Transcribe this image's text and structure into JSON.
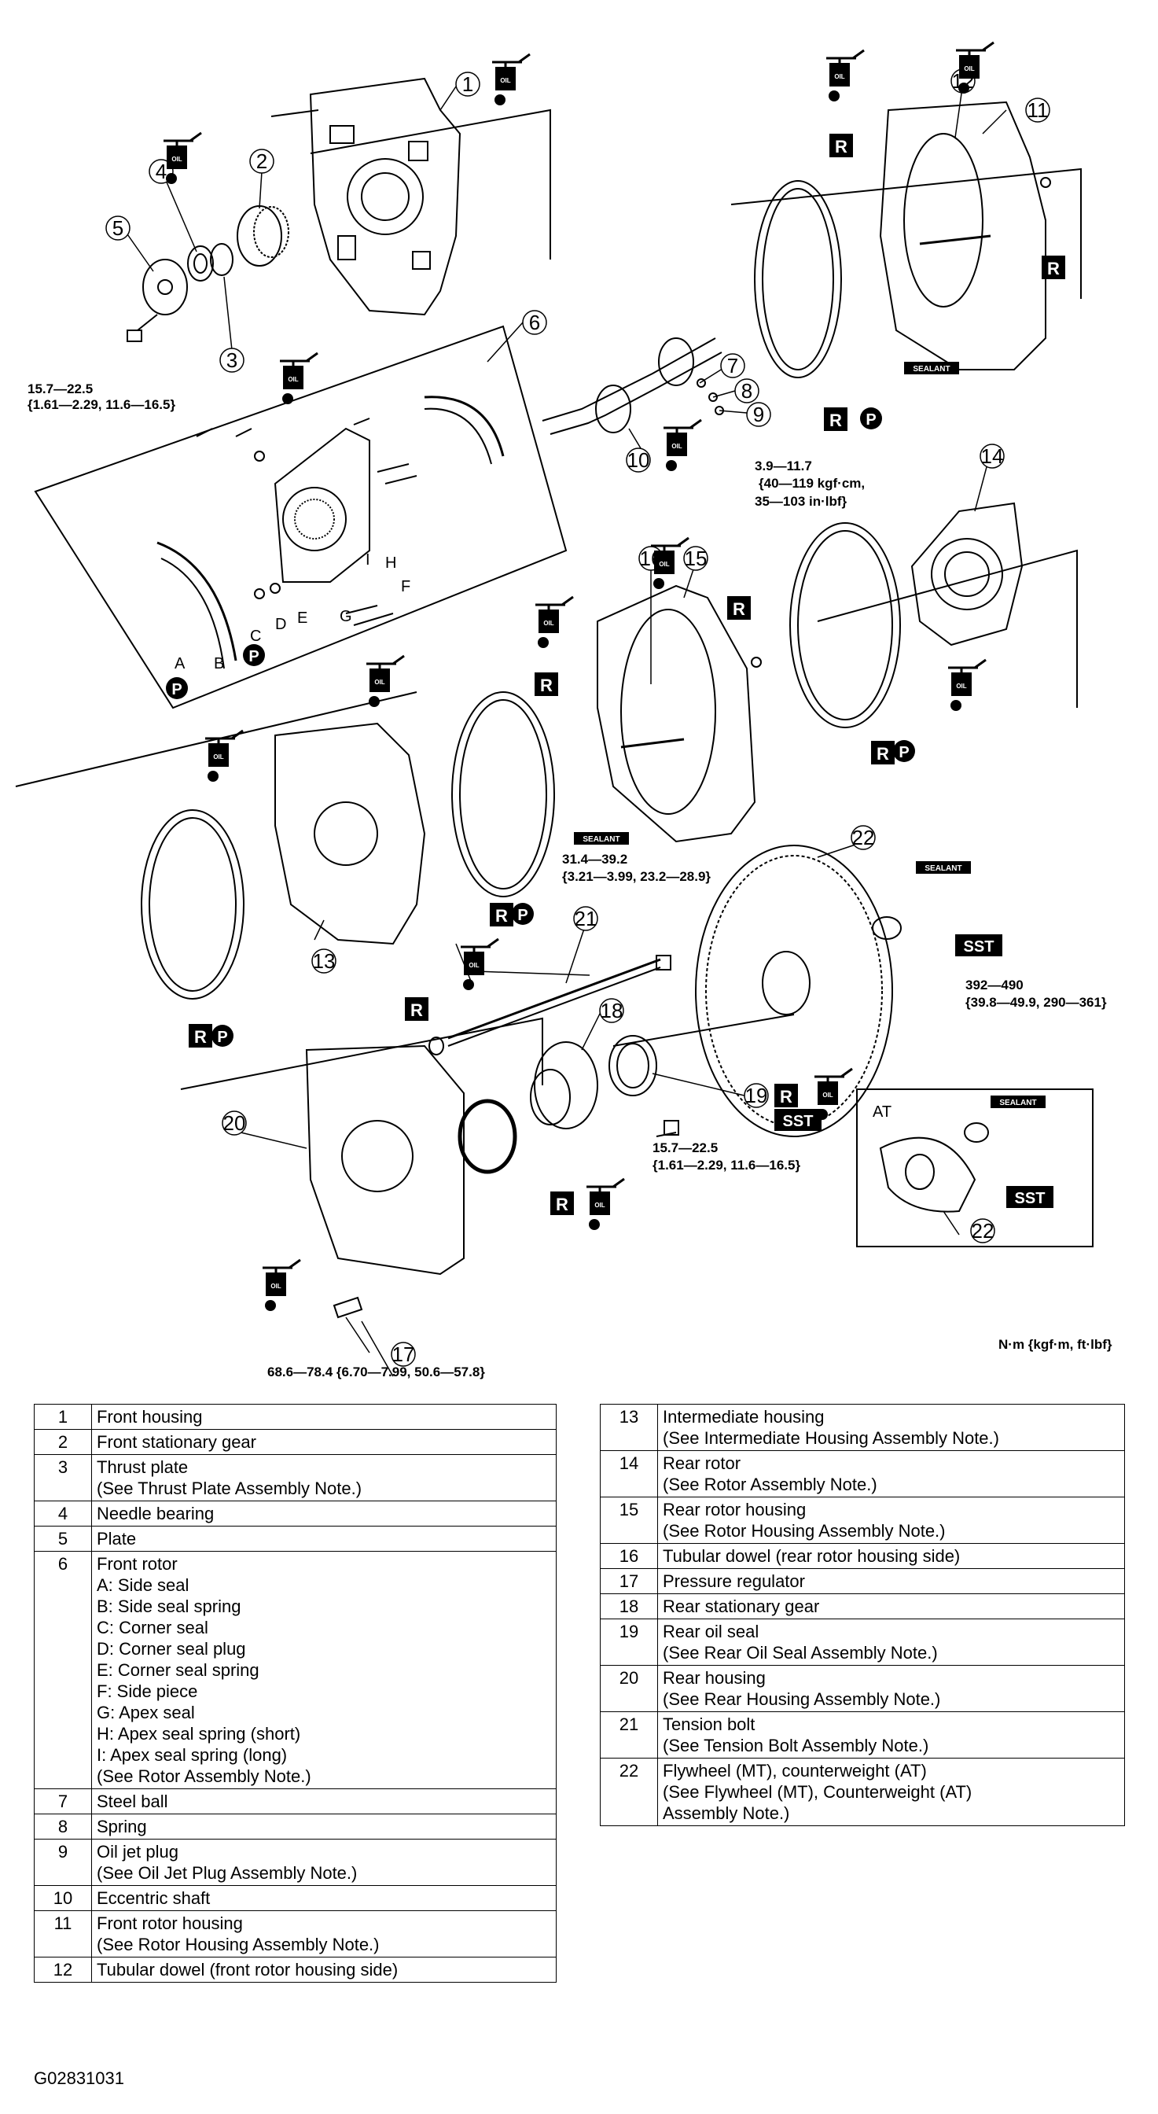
{
  "figure_id": "G02831031",
  "units_note": "N·m {kgf·m, ft·lbf}",
  "callouts": [
    "1",
    "2",
    "3",
    "4",
    "5",
    "6",
    "7",
    "8",
    "9",
    "10",
    "11",
    "12",
    "13",
    "14",
    "15",
    "16",
    "17",
    "18",
    "19",
    "20",
    "21",
    "22",
    "22"
  ],
  "rotor_letters": [
    "A",
    "B",
    "C",
    "D",
    "E",
    "F",
    "G",
    "H",
    "I"
  ],
  "badges": {
    "oil": "OIL",
    "r": "R",
    "p": "P",
    "sst": "SST",
    "sealant": "SEALANT",
    "at": "AT"
  },
  "torques": {
    "t1a": "15.7—22.5",
    "t1b": "{1.61—2.29, 11.6—16.5}",
    "t2a": "3.9—11.7",
    "t2b": "{40—119 kgf·cm,",
    "t2c": "35—103 in·lbf}",
    "t3a": "31.4—39.2",
    "t3b": "{3.21—3.99, 23.2—28.9}",
    "t4a": "392—490",
    "t4b": "{39.8—49.9, 290—361}",
    "t5a": "15.7—22.5",
    "t5b": "{1.61—2.29, 11.6—16.5}",
    "t6": "68.6—78.4 {6.70—7.99, 50.6—57.8}"
  },
  "parts_left": [
    {
      "no": "1",
      "desc": "Front housing"
    },
    {
      "no": "2",
      "desc": "Front stationary gear"
    },
    {
      "no": "3",
      "desc": "Thrust plate\n(See Thrust Plate Assembly Note.)"
    },
    {
      "no": "4",
      "desc": "Needle bearing"
    },
    {
      "no": "5",
      "desc": "Plate"
    },
    {
      "no": "6",
      "desc": "Front rotor\nA: Side seal\nB: Side seal spring\nC: Corner seal\nD: Corner seal plug\nE: Corner seal spring\nF: Side piece\nG: Apex seal\nH: Apex seal spring (short)\nI: Apex seal spring (long)\n(See Rotor Assembly Note.)"
    },
    {
      "no": "7",
      "desc": "Steel ball"
    },
    {
      "no": "8",
      "desc": "Spring"
    },
    {
      "no": "9",
      "desc": "Oil jet plug\n(See Oil Jet Plug Assembly Note.)"
    },
    {
      "no": "10",
      "desc": "Eccentric shaft"
    },
    {
      "no": "11",
      "desc": "Front rotor housing\n(See Rotor Housing Assembly Note.)"
    },
    {
      "no": "12",
      "desc": "Tubular dowel (front rotor housing side)"
    }
  ],
  "parts_right": [
    {
      "no": "13",
      "desc": "Intermediate housing\n(See Intermediate Housing Assembly Note.)"
    },
    {
      "no": "14",
      "desc": "Rear rotor\n(See Rotor Assembly Note.)"
    },
    {
      "no": "15",
      "desc": "Rear rotor housing\n(See Rotor Housing Assembly Note.)"
    },
    {
      "no": "16",
      "desc": "Tubular dowel (rear rotor housing side)"
    },
    {
      "no": "17",
      "desc": "Pressure regulator"
    },
    {
      "no": "18",
      "desc": "Rear stationary gear"
    },
    {
      "no": "19",
      "desc": "Rear oil seal\n(See Rear Oil Seal Assembly Note.)"
    },
    {
      "no": "20",
      "desc": "Rear housing\n(See Rear Housing Assembly Note.)"
    },
    {
      "no": "21",
      "desc": "Tension bolt\n(See Tension Bolt Assembly Note.)"
    },
    {
      "no": "22",
      "desc": "Flywheel (MT), counterweight (AT)\n(See Flywheel (MT), Counterweight (AT)\nAssembly Note.)"
    }
  ]
}
